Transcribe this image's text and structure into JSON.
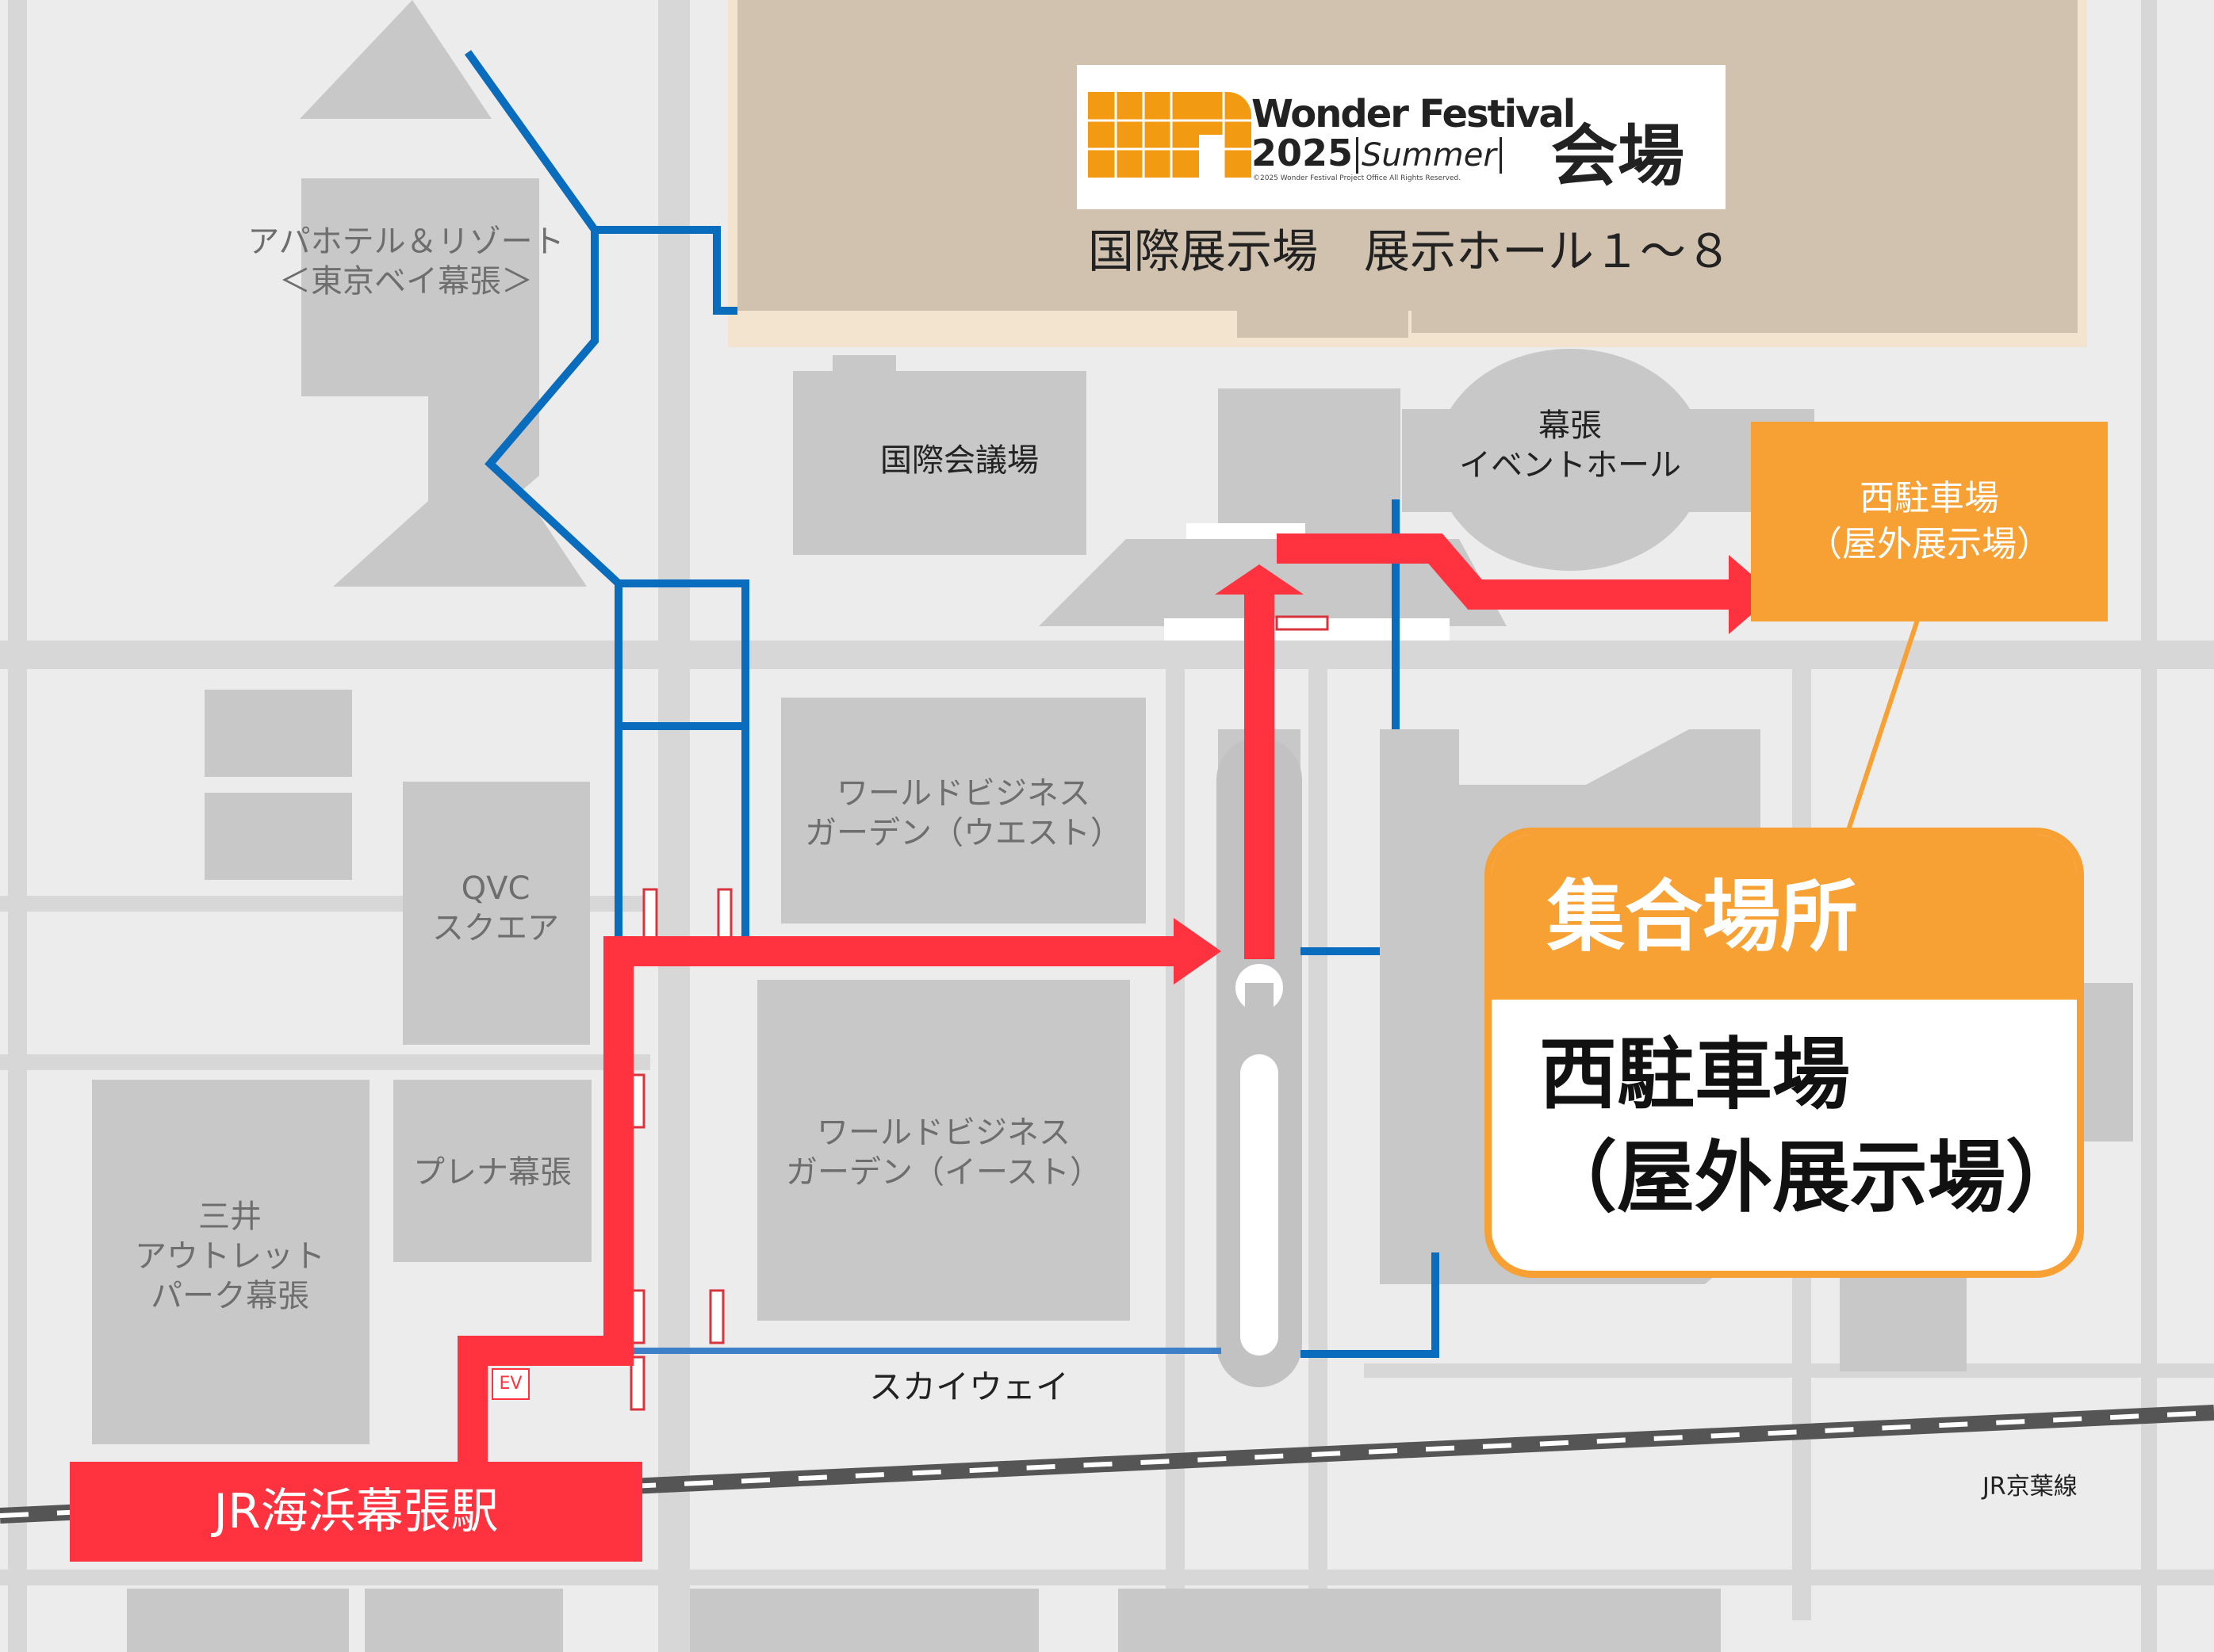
{
  "venue": {
    "logo_line1": "Wonder Festival",
    "logo_line2_year": "2025",
    "logo_line2_season": "Summer",
    "logo_copyright": "©2025 Wonder Festival Project Office All Rights Reserved.",
    "kaijo": "会場",
    "subtitle": "国際展示場　展示ホール１～８"
  },
  "buildings": {
    "apa": "アパホテル＆リゾート\n＜東京ベイ幕張＞",
    "kokusai_kaigijo": "国際会議場",
    "event_hall": "幕張\nイベントホール",
    "wbg_west": "ワールドビジネス\nガーデン（ウエスト）",
    "wbg_east": "ワールドビジネス\nガーデン（イースト）",
    "qvc": "QVC\nスクエア",
    "plena": "プレナ幕張",
    "mitsui": "三井\nアウトレット\nパーク幕張"
  },
  "west_parking": "西駐車場\n（屋外展示場）",
  "meeting": {
    "heading": "集合場所",
    "place": "西駐車場\n（屋外展示場）"
  },
  "station": "JR海浜幕張駅",
  "ev": "EV",
  "skyway": "スカイウェイ",
  "jr_line": "JR京葉線",
  "colors": {
    "route_red": "#ff333f",
    "skyway_blue": "#0a6cbd",
    "accent_orange": "#f7a033",
    "venue_tan": "#d0c2ae",
    "building_gray": "#c8c8c8",
    "road_gray": "#d7d7d7"
  }
}
